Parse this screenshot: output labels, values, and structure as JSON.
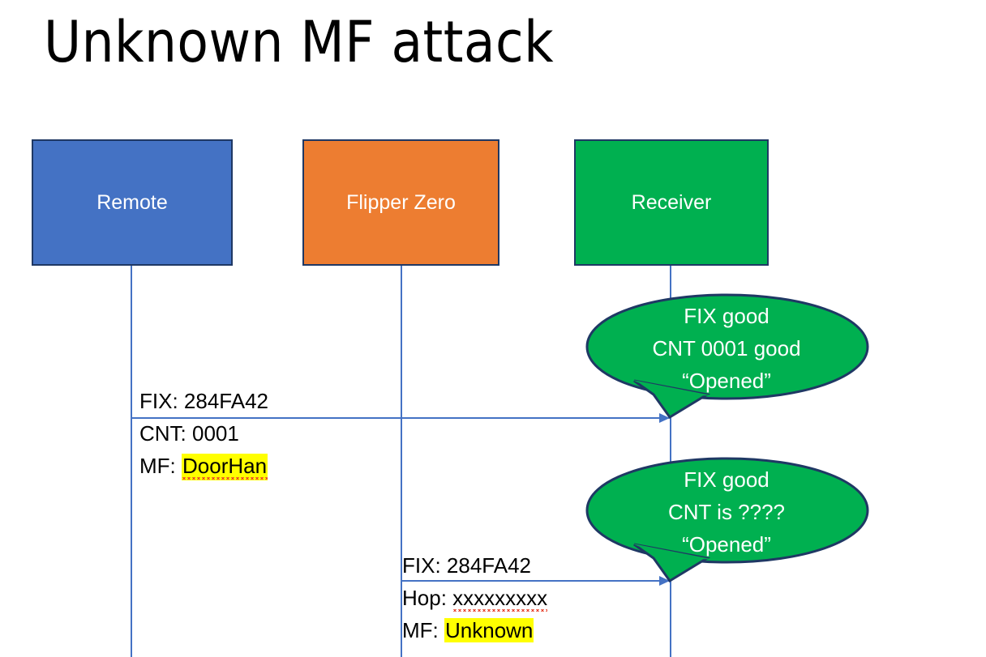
{
  "slide": {
    "title": "Unknown MF attack",
    "background": "#FFFFFF"
  },
  "colors": {
    "remote_fill": "#4472C4",
    "flipper_fill": "#ED7D31",
    "receiver_fill": "#00B050",
    "box_border": "#1F3864",
    "line": "#4472C4",
    "highlight": "#FFFF00",
    "spellcheck_underline": "#E8402A",
    "bubble_fill": "#00B050",
    "bubble_border": "#1F3864",
    "bubble_text": "#FFFFFF"
  },
  "actors": [
    {
      "id": "remote",
      "label": "Remote"
    },
    {
      "id": "flipper",
      "label": "Flipper Zero"
    },
    {
      "id": "receiver",
      "label": "Receiver"
    }
  ],
  "messages": [
    {
      "id": "msg-remote-to-receiver",
      "from": "remote",
      "to": "receiver",
      "lines": [
        {
          "prefix": "FIX: ",
          "value": "284FA42",
          "highlight": false,
          "spellcheck": false
        },
        {
          "prefix": "CNT: ",
          "value": "0001",
          "highlight": false,
          "spellcheck": false
        },
        {
          "prefix": "MF: ",
          "value": "DoorHan",
          "highlight": true,
          "spellcheck": true
        }
      ]
    },
    {
      "id": "msg-flipper-to-receiver",
      "from": "flipper",
      "to": "receiver",
      "lines": [
        {
          "prefix": "FIX: ",
          "value": "284FA42",
          "highlight": false,
          "spellcheck": false
        },
        {
          "prefix": "Hop: ",
          "value": "xxxxxxxxx",
          "highlight": false,
          "spellcheck": true
        },
        {
          "prefix": "MF: ",
          "value": "Unknown",
          "highlight": true,
          "spellcheck": false
        }
      ]
    }
  ],
  "callouts": [
    {
      "id": "callout-good",
      "lines": [
        "FIX good",
        "CNT 0001 good",
        "“Opened”"
      ]
    },
    {
      "id": "callout-unknown",
      "lines": [
        "FIX good",
        "CNT is ????",
        "“Opened”"
      ]
    }
  ]
}
